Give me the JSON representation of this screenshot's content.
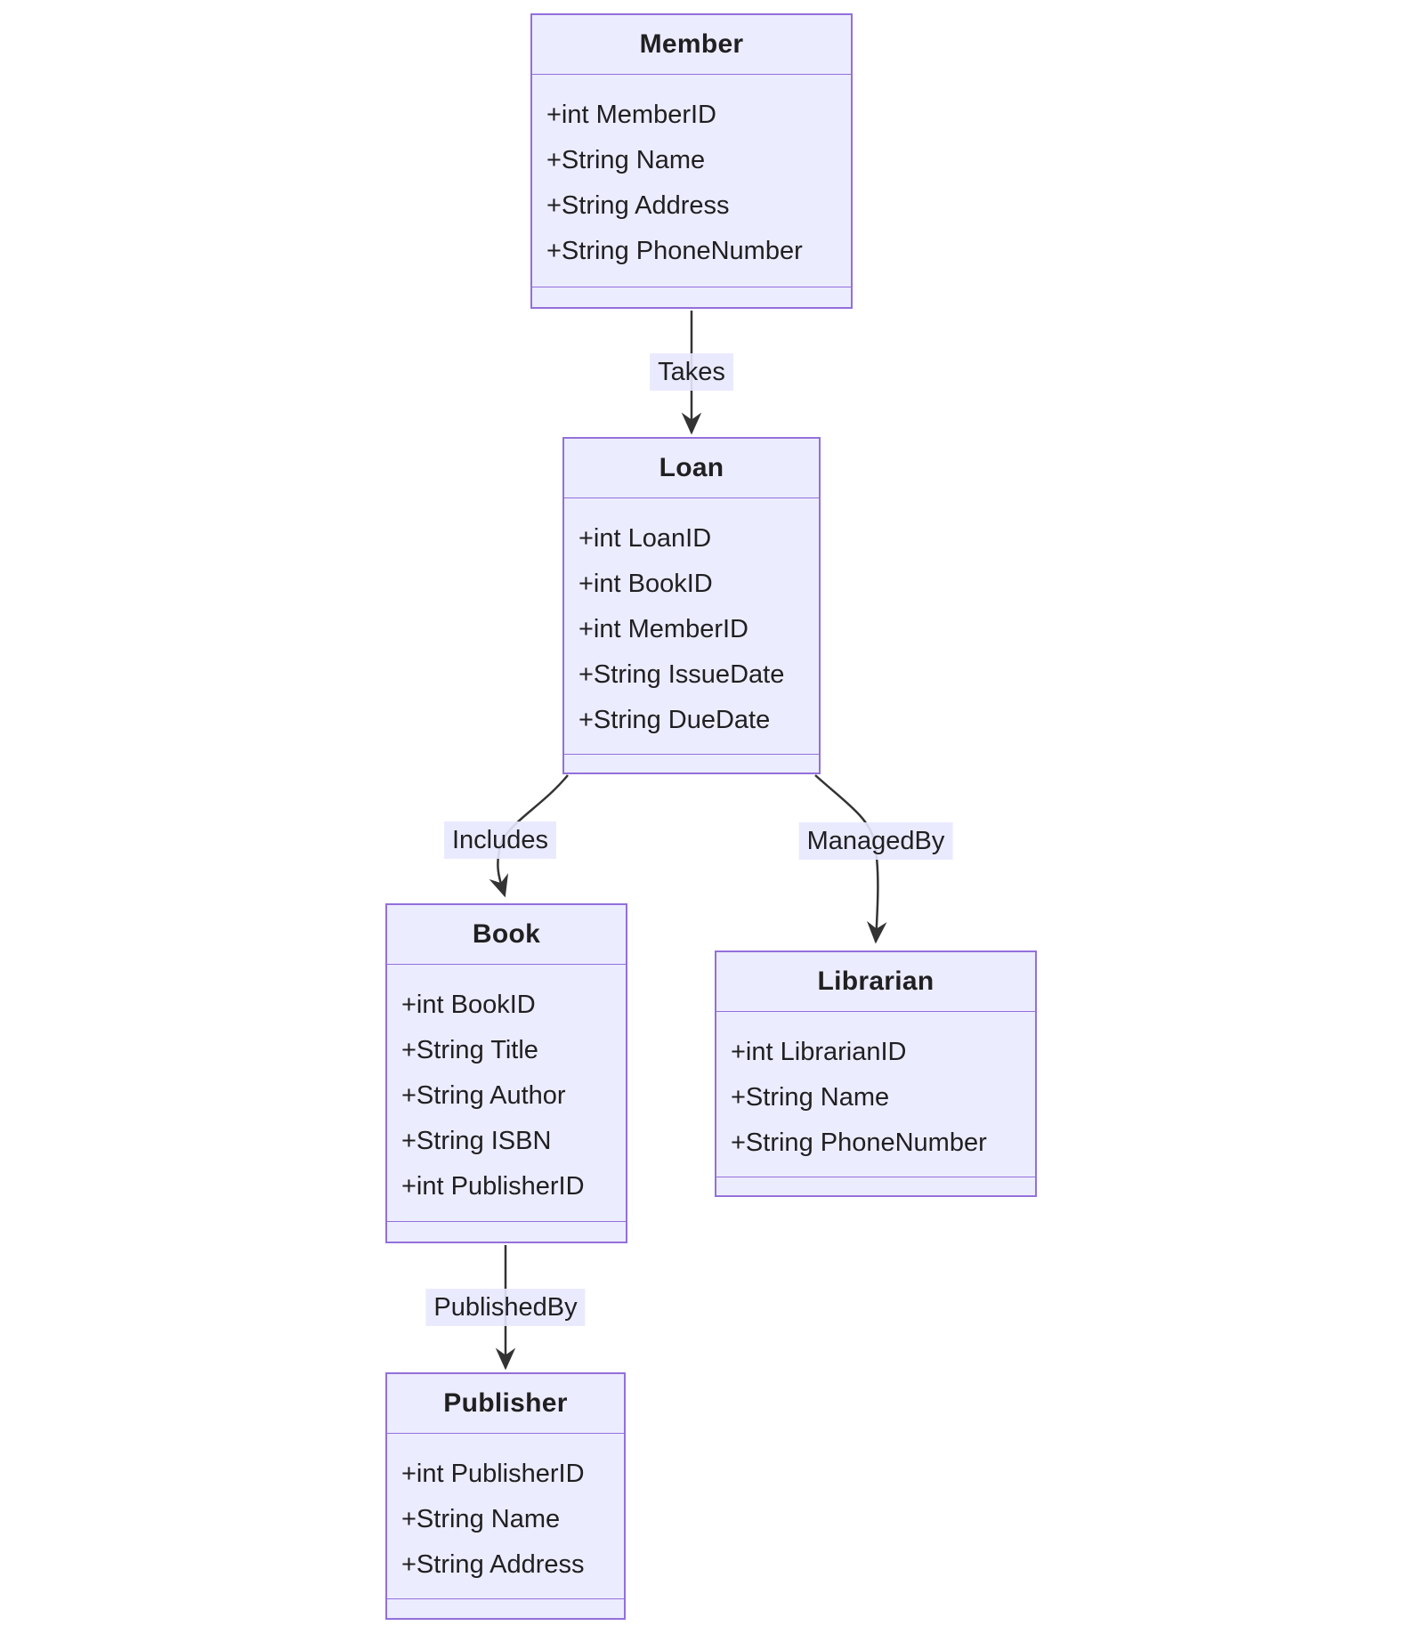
{
  "diagram": {
    "type": "uml-class-diagram",
    "classes": [
      {
        "name": "Member",
        "attributes": [
          "+int MemberID",
          "+String Name",
          "+String Address",
          "+String PhoneNumber"
        ],
        "methods": []
      },
      {
        "name": "Loan",
        "attributes": [
          "+int LoanID",
          "+int BookID",
          "+int MemberID",
          "+String IssueDate",
          "+String DueDate"
        ],
        "methods": []
      },
      {
        "name": "Book",
        "attributes": [
          "+int BookID",
          "+String Title",
          "+String Author",
          "+String ISBN",
          "+int PublisherID"
        ],
        "methods": []
      },
      {
        "name": "Librarian",
        "attributes": [
          "+int LibrarianID",
          "+String Name",
          "+String PhoneNumber"
        ],
        "methods": []
      },
      {
        "name": "Publisher",
        "attributes": [
          "+int PublisherID",
          "+String Name",
          "+String Address"
        ],
        "methods": []
      }
    ],
    "relationships": [
      {
        "from": "Member",
        "to": "Loan",
        "label": "Takes"
      },
      {
        "from": "Loan",
        "to": "Book",
        "label": "Includes"
      },
      {
        "from": "Loan",
        "to": "Librarian",
        "label": "ManagedBy"
      },
      {
        "from": "Book",
        "to": "Publisher",
        "label": "PublishedBy"
      }
    ],
    "colors": {
      "node_fill": "#ECECFF",
      "node_border": "#9370DB",
      "text": "#202022",
      "edge": "#333333",
      "edge_label_bg": "#E8E8FF"
    }
  }
}
